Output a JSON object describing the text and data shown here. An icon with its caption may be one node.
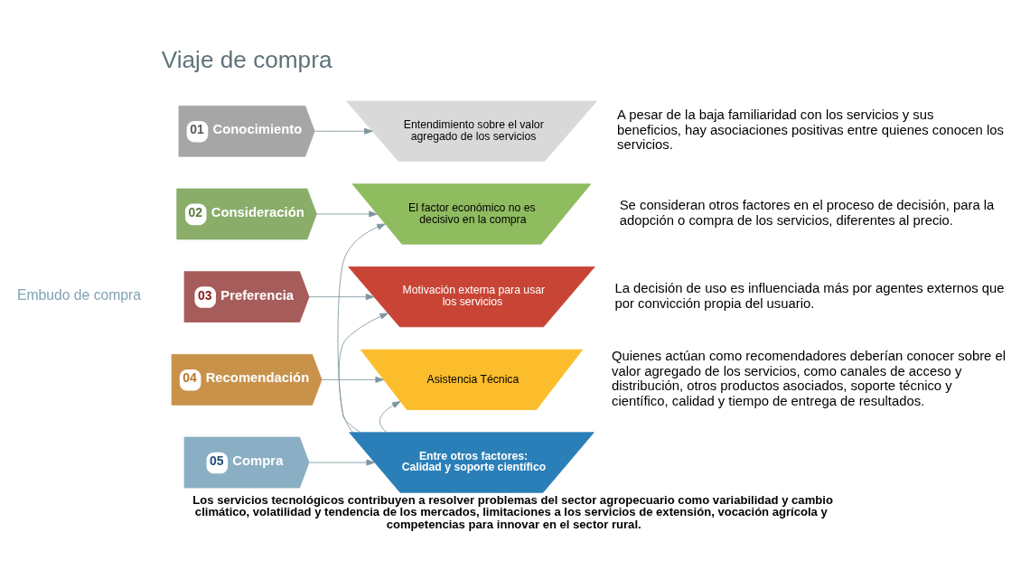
{
  "diagram": {
    "title": "Viaje de compra",
    "caption": "Los servicios tecnológicos contribuyen a resolver problemas del sector agropecuario como variabilidad y cambio climático, volatilidad y tendencia de los mercados, limitaciones a los servicios de extensión, vocación agrícola y competencias para innovar en el sector rural.",
    "nodes": [
      {
        "text": [
          "01",
          "Conocimiento"
        ]
      },
      {
        "text": [
          "Entendimiento sobre el valor agregado de los servicios"
        ],
        "beside": [
          "A pesar de la baja familiaridad con los servicios y sus beneficios, hay asociaciones positivas entre quienes conocen los servicios."
        ]
      },
      {
        "text": [
          "02",
          "Consideración"
        ]
      },
      {
        "text": [
          "El factor económico no es  decisivo en la compra"
        ],
        "beside": [
          "Se consideran otros factores en el proceso de decisión, para la adopción o compra de los servicios, diferentes al precio."
        ]
      },
      {
        "text": [
          "03",
          "Preferencia"
        ]
      },
      {
        "text": [
          "Motivación externa para usar los servicios"
        ],
        "beside": [
          "La decisión de uso es influenciada más por agentes externos que por convicción propia del usuario."
        ]
      },
      {
        "text": [
          "04",
          "Recomendación"
        ]
      },
      {
        "text": [
          "Asistencia Técnica"
        ],
        "beside": [
          "Quienes actúan como recomendadores deberían conocer sobre el valor agregado de los servicios, como canales de acceso y distribución, otros productos asociados, soporte técnico y científico, calidad y tiempo de entrega de resultados."
        ]
      },
      {
        "text": [
          "05",
          "Compra"
        ]
      },
      {
        "text": [
          "Entre otros factores: Calidad y soporte científico"
        ]
      }
    ],
    "edges": [
      {
        "from": 0,
        "to": 1,
        "arrow": "to"
      },
      {
        "from": 2,
        "to": 3,
        "arrow": "to"
      },
      {
        "from": 4,
        "to": 5,
        "arrow": "to"
      },
      {
        "from": 6,
        "to": 7,
        "arrow": "to"
      },
      {
        "from": 8,
        "to": 9,
        "arrow": "to"
      },
      {
        "from": 9,
        "to": 3,
        "arrow": "to"
      },
      {
        "from": 9,
        "to": 5,
        "arrow": "to"
      },
      {
        "from": 9,
        "to": 7,
        "arrow": "to"
      }
    ],
    "labels": [
      "Embudo de compra"
    ]
  }
}
